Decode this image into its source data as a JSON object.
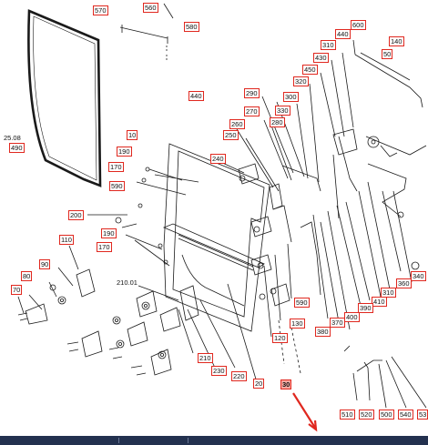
{
  "labels": {
    "l570": "570",
    "l560": "560",
    "l580": "580",
    "l600": "600",
    "l440a": "440",
    "l310a": "310",
    "l140": "140",
    "l430": "430",
    "l50": "50",
    "l450": "450",
    "l320": "320",
    "l290": "290",
    "l300": "300",
    "l440b": "440",
    "l270": "270",
    "l330": "330",
    "l260": "260",
    "l280": "280",
    "l250": "250",
    "l10": "10",
    "l190a": "190",
    "l240": "240",
    "l170a": "170",
    "l590a": "590",
    "l490": "490",
    "l200": "200",
    "l190b": "190",
    "l110": "110",
    "l170b": "170",
    "l90": "90",
    "l80": "80",
    "l70": "70",
    "l340": "340",
    "l360": "360",
    "l310b": "310",
    "l410": "410",
    "l390": "390",
    "l400": "400",
    "l590b": "590",
    "l370": "370",
    "l380": "380",
    "l130": "130",
    "l120": "120",
    "l210": "210",
    "l230": "230",
    "l220": "220",
    "l20": "20",
    "l30": "30",
    "l510": "510",
    "l520": "520",
    "l500": "500",
    "l540": "540",
    "l53": "53"
  },
  "plain_labels": {
    "p2508": "25.08",
    "p21001": "210.01"
  },
  "colors": {
    "label_border": "#e0281f",
    "highlight_fill": "#f7a8a0",
    "arrow": "#e0281f",
    "line": "#1a1a1a",
    "bottom_bar": "#23314f"
  }
}
